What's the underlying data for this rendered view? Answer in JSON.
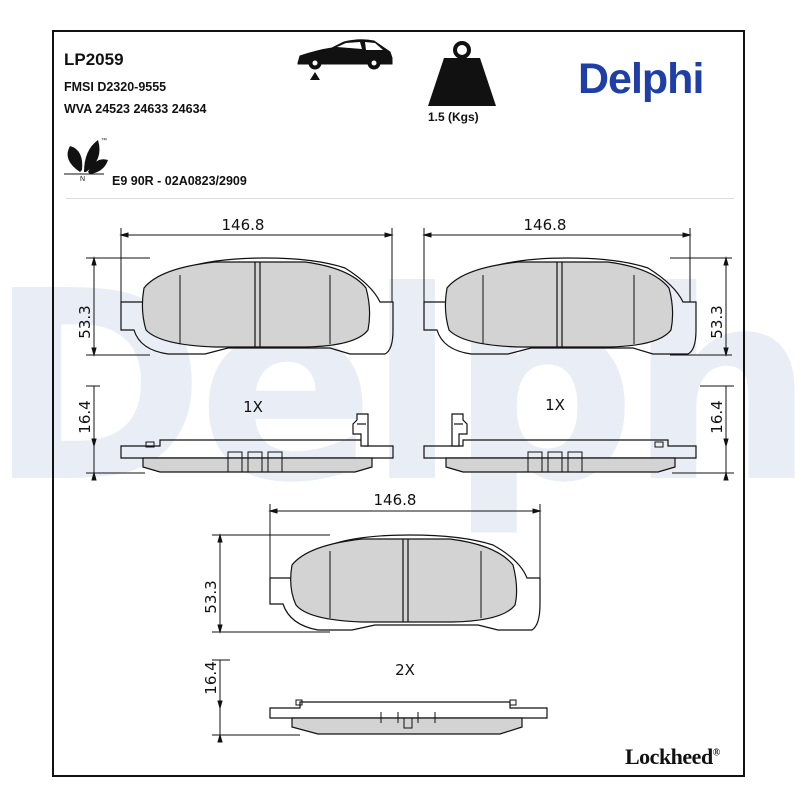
{
  "header": {
    "part_number": "LP2059",
    "fmsi": "FMSI D2320-9555",
    "wva": "WVA 24523 24633 24634",
    "weight": "1.5 (Kgs)",
    "approval": "E9 90R - 02A0823/2909",
    "brand": "Delphi",
    "background_watermark": "Delphi",
    "footer_brand": "Lockheed",
    "footer_brand_mark": "®",
    "eco_tm": "™",
    "eco_letter": "N"
  },
  "drawings": {
    "top_left": {
      "width": "146.8",
      "height": "53.3",
      "thickness": "16.4",
      "qty": "1X"
    },
    "top_right": {
      "width": "146.8",
      "height": "53.3",
      "thickness": "16.4",
      "qty": "1X"
    },
    "bottom": {
      "width": "146.8",
      "height": "53.3",
      "thickness": "16.4",
      "qty": "2X"
    }
  },
  "colors": {
    "brand_blue": "#1f3fa6",
    "pad_fill": "#d3d3d3",
    "watermark": "#e9eef6",
    "line": "#111111"
  },
  "icons": [
    "car-icon",
    "weight-icon",
    "eco-leaf-icon"
  ]
}
